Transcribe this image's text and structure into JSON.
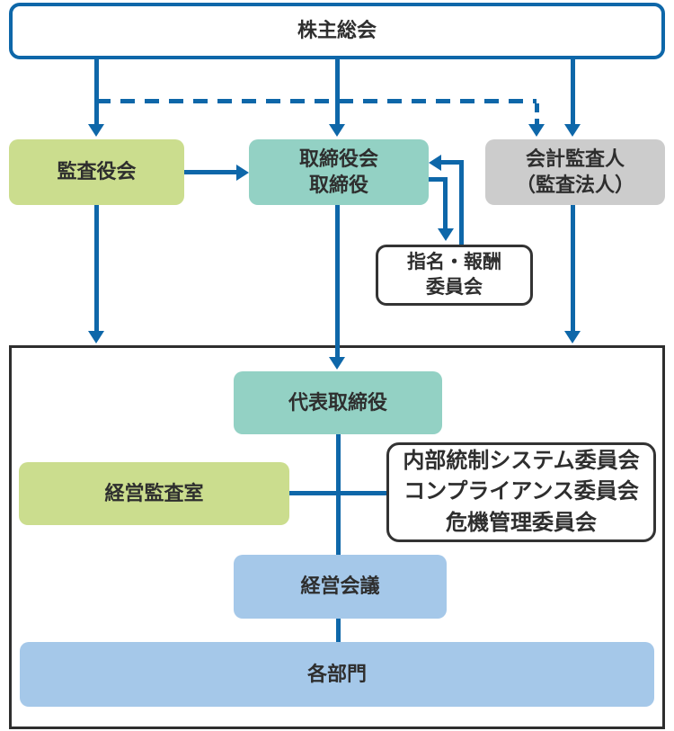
{
  "colors": {
    "connector_blue": "#0e67a9",
    "green_box": "#cbdd8e",
    "teal_box": "#93d1c4",
    "gray_box": "#cccccc",
    "light_blue_box": "#a5c8e9",
    "text_dark": "#2e2e2e",
    "outline_border": "#333333",
    "container_border": "#2e2e2e"
  },
  "nodes": {
    "shareholders": {
      "label": "株主総会"
    },
    "audit_board": {
      "label": "監査役会"
    },
    "board": {
      "lines": [
        "取締役会",
        "取締役"
      ]
    },
    "accounting_auditor": {
      "lines": [
        "会計監査人",
        "（監査法人）"
      ]
    },
    "nomination_committee": {
      "lines": [
        "指名・報酬",
        "委員会"
      ]
    },
    "representative_director": {
      "label": "代表取締役"
    },
    "management_audit_office": {
      "label": "経営監査室"
    },
    "committees": {
      "lines": [
        "内部統制システム委員会",
        "コンプライアンス委員会",
        "危機管理委員会"
      ]
    },
    "management_meeting": {
      "label": "経営会議"
    },
    "departments": {
      "label": "各部門"
    }
  }
}
